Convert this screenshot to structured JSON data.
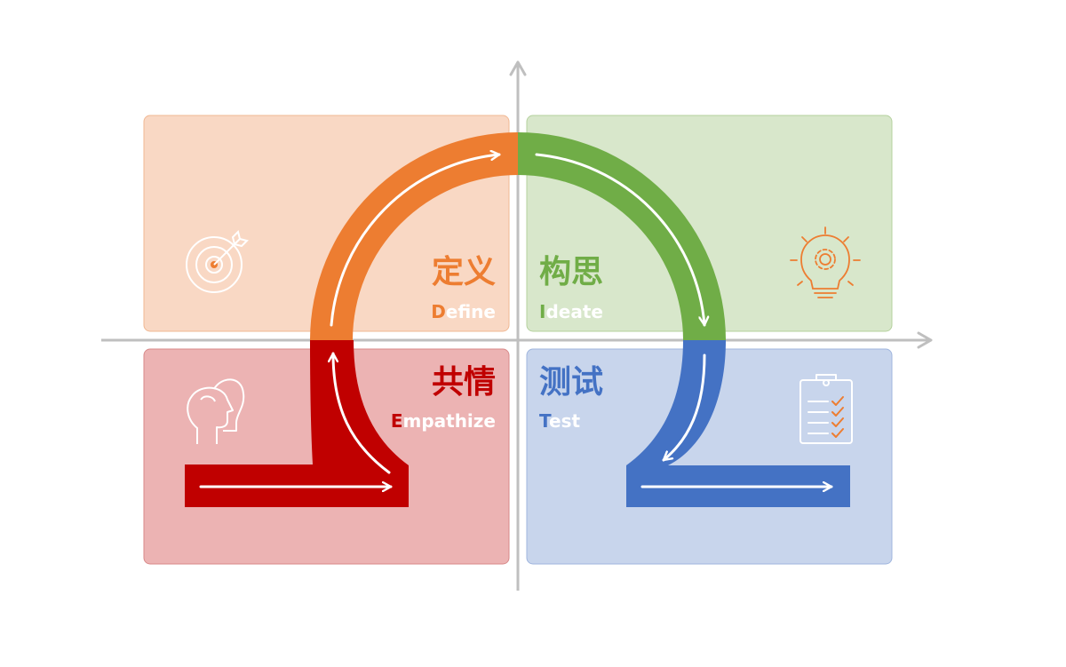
{
  "colors": {
    "define": "#ED7D31",
    "ideate": "#70AD47",
    "empathize": "#C00000",
    "test": "#4472C4",
    "define_bg": "#F9D8C4",
    "ideate_bg": "#D8E7CB",
    "empathize_bg": "#ECB3B3",
    "test_bg": "#C8D5EC",
    "axis": "#BFBFBF"
  },
  "phases": {
    "define": {
      "zh": "定义",
      "en_initial": "D",
      "en_rest": "efine",
      "icon": "target-icon"
    },
    "ideate": {
      "zh": "构思",
      "en_initial": "I",
      "en_rest": "deate",
      "icon": "lightbulb-gear-icon"
    },
    "empathize": {
      "zh": "共情",
      "en_initial": "E",
      "en_rest": "mpathize",
      "icon": "heads-profile-icon"
    },
    "test": {
      "zh": "测试",
      "en_initial": "T",
      "en_rest": "est",
      "icon": "clipboard-checklist-icon"
    }
  }
}
